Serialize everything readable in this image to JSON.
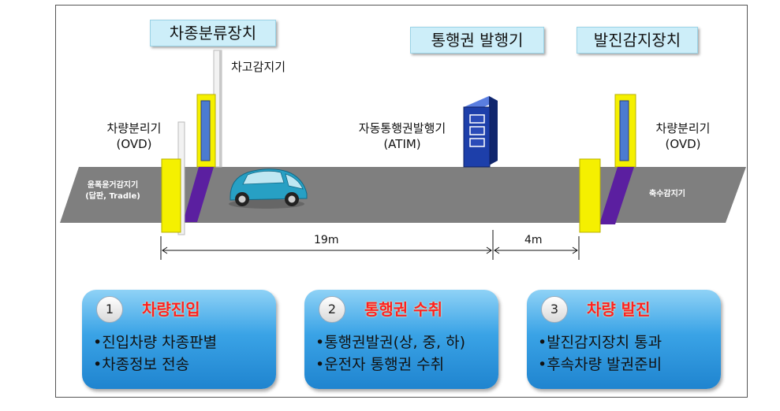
{
  "top_labels": {
    "classifier": "차종분류장치",
    "ticket_issuer": "통행권 발행기",
    "departure_detector": "발진감지장치"
  },
  "left": {
    "height_detector": "차고감지기",
    "ovd_line1": "차량분리기",
    "ovd_line2": "(OVD)",
    "treadle_line1": "윤폭윤거감지기",
    "treadle_line2": "(답판, Tradle)"
  },
  "middle": {
    "atim_line1": "자동통행권발행기",
    "atim_line2": "(ATIM)"
  },
  "right": {
    "ovd_line1": "차량분리기",
    "ovd_line2": "(OVD)",
    "axle_detector": "축수감지기"
  },
  "distances": {
    "first": "19m",
    "second": "4m"
  },
  "steps": [
    {
      "number": "1",
      "title": "차량진입",
      "lines": [
        "•진입차량 차종판별",
        "•차종정보 전송"
      ]
    },
    {
      "number": "2",
      "title": "통행권 수취",
      "lines": [
        "•통행권발권(상, 중, 하)",
        "•운전자 통행권 수취"
      ]
    },
    {
      "number": "3",
      "title": "차량 발진",
      "lines": [
        "•발진감지장치 통과",
        "•후속차량 발권준비"
      ]
    }
  ],
  "colors": {
    "road": "#7f7f7f",
    "post_yellow": "#f5f000",
    "sensor_purple": "#5b1fa0",
    "kiosk_blue": "#1d3faa",
    "panel_blue": "#2a94dc",
    "step_title_red": "#ff2020",
    "label_box": "#cdeef9"
  }
}
